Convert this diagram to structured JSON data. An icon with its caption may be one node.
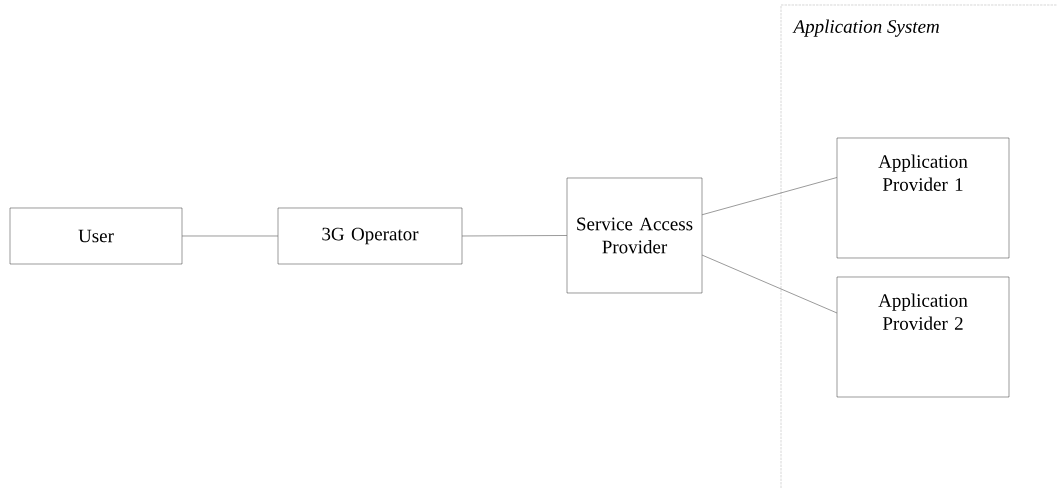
{
  "diagram": {
    "nodes": [
      {
        "text": [
          "User"
        ]
      },
      {
        "text": [
          "3G Operator"
        ]
      },
      {
        "text": [
          "Service Access Provider"
        ]
      },
      {
        "text": [
          "Application System"
        ]
      },
      {
        "text": [
          "Application Provider 1"
        ],
        "in": 3
      },
      {
        "text": [
          "Application Provider 2"
        ],
        "in": 3
      }
    ],
    "edges": [
      {
        "from": 0,
        "to": 1,
        "arrow": "none"
      },
      {
        "from": 1,
        "to": 2,
        "arrow": "none"
      },
      {
        "from": 2,
        "to": 4,
        "arrow": "none"
      },
      {
        "from": 2,
        "to": 5,
        "arrow": "none"
      }
    ]
  }
}
